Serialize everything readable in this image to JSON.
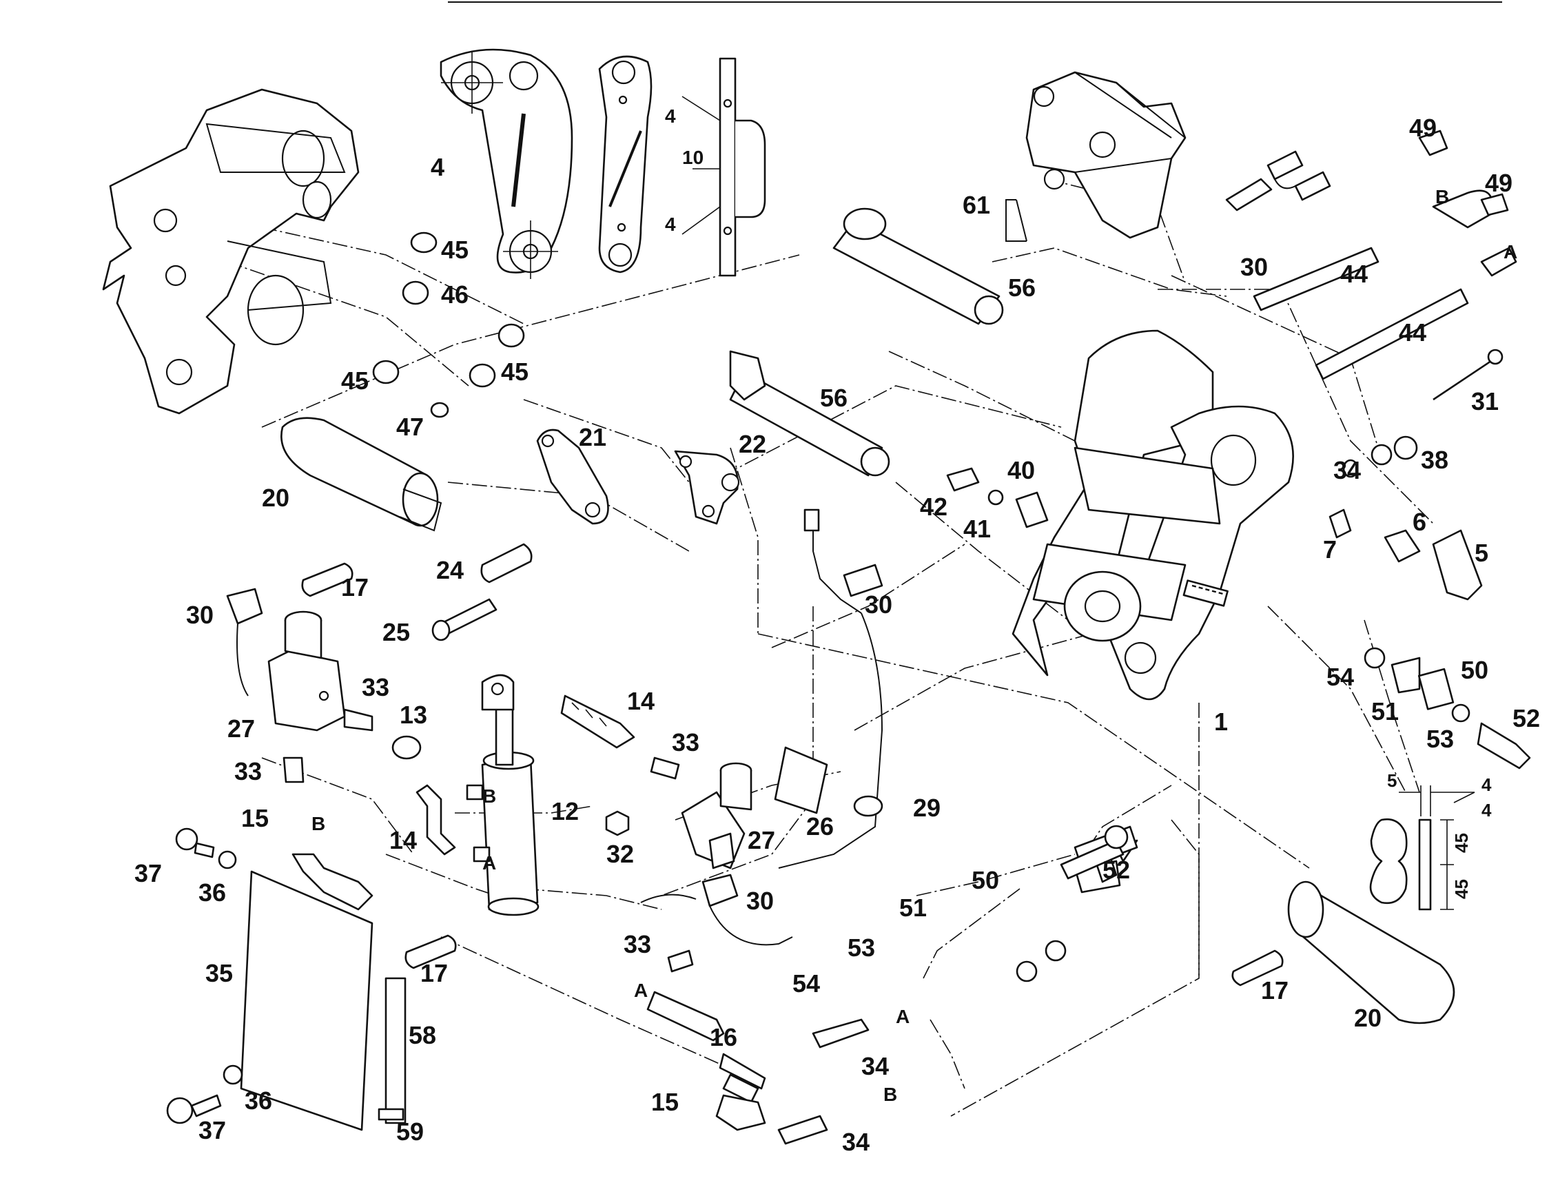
{
  "part_numbers": {
    "n1": "1",
    "n4": "4",
    "n5": "5",
    "n6": "6",
    "n7": "7",
    "n10": "10",
    "n12": "12",
    "n13": "13",
    "n14": "14",
    "n15": "15",
    "n16": "16",
    "n17": "17",
    "n20": "20",
    "n21": "21",
    "n22": "22",
    "n24": "24",
    "n25": "25",
    "n26": "26",
    "n27": "27",
    "n29": "29",
    "n30": "30",
    "n31": "31",
    "n32": "32",
    "n33": "33",
    "n34": "34",
    "n35": "35",
    "n36": "36",
    "n37": "37",
    "n38": "38",
    "n40": "40",
    "n41": "41",
    "n42": "42",
    "n44": "44",
    "n45": "45",
    "n46": "46",
    "n47": "47",
    "n49": "49",
    "n50": "50",
    "n51": "51",
    "n52": "52",
    "n53": "53",
    "n54": "54",
    "n56": "56",
    "n58": "58",
    "n59": "59",
    "n61": "61"
  },
  "port_labels": {
    "a": "A",
    "b": "B"
  },
  "dimensions": {
    "d45": "45",
    "d5": "5",
    "d4": "4",
    "d10": "10"
  }
}
